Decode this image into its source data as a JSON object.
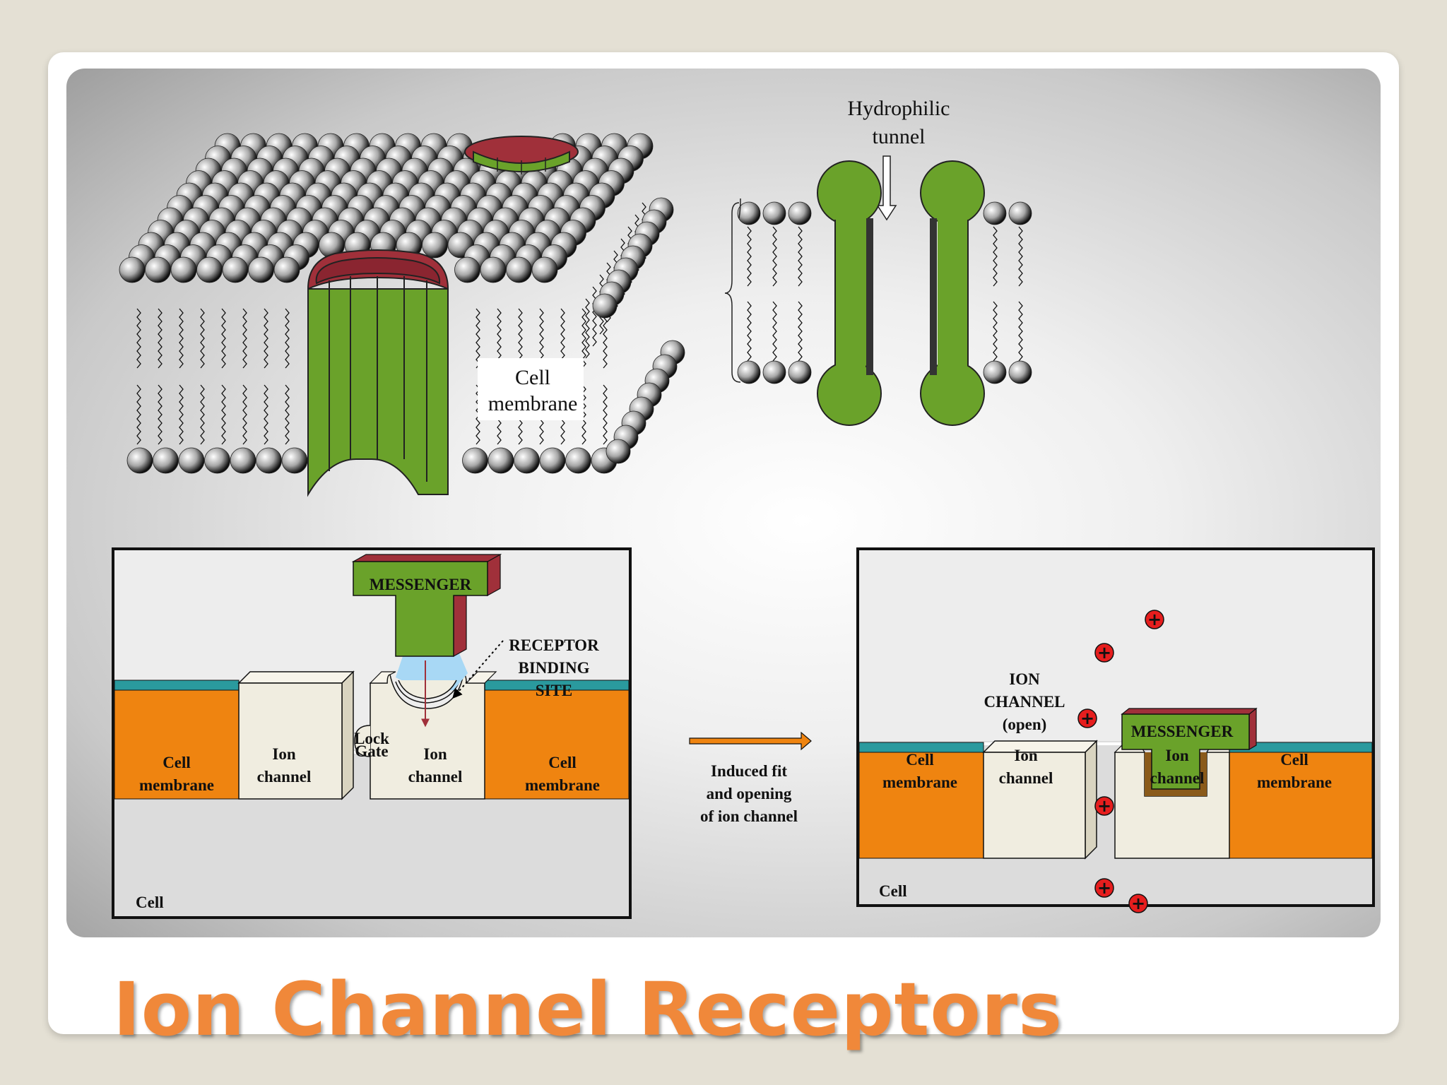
{
  "title": "Ion Channel Receptors",
  "membrane_3d": {
    "label_line1": "Cell",
    "label_line2": "membrane"
  },
  "tunnel": {
    "label_line1": "Hydrophilic",
    "label_line2": "tunnel"
  },
  "panel_left": {
    "messenger": "MESSENGER",
    "receptor_line1": "RECEPTOR",
    "receptor_line2": "BINDING",
    "receptor_line3": "SITE",
    "lock_line1": "Lock",
    "lock_line2": "Gate",
    "membrane_left_line1": "Cell",
    "membrane_left_line2": "membrane",
    "channel1_line1": "Ion",
    "channel1_line2": "channel",
    "channel2_line1": "Ion",
    "channel2_line2": "channel",
    "membrane_right_line1": "Cell",
    "membrane_right_line2": "membrane",
    "cell": "Cell"
  },
  "arrow": {
    "line1": "Induced fit",
    "line2": "and opening",
    "line3": "of ion channel"
  },
  "panel_right": {
    "open_line1": "ION",
    "open_line2": "CHANNEL",
    "open_line3": "(open)",
    "messenger": "MESSENGER",
    "membrane_left_line1": "Cell",
    "membrane_left_line2": "membrane",
    "channel1_line1": "Ion",
    "channel1_line2": "channel",
    "channel2_line1": "Ion",
    "channel2_line2": "channel",
    "membrane_right_line1": "Cell",
    "membrane_right_line2": "membrane",
    "cell": "Cell",
    "ion_symbol": "+"
  },
  "colors": {
    "green": "#6aa22a",
    "red_rim": "#a0303a",
    "orange": "#ef8410",
    "teal": "#2a9a9e",
    "cream": "#f0ede0",
    "ion_red": "#e61e1e",
    "title_orange": "#f0883a",
    "blue_site": "#a8d8f5"
  }
}
